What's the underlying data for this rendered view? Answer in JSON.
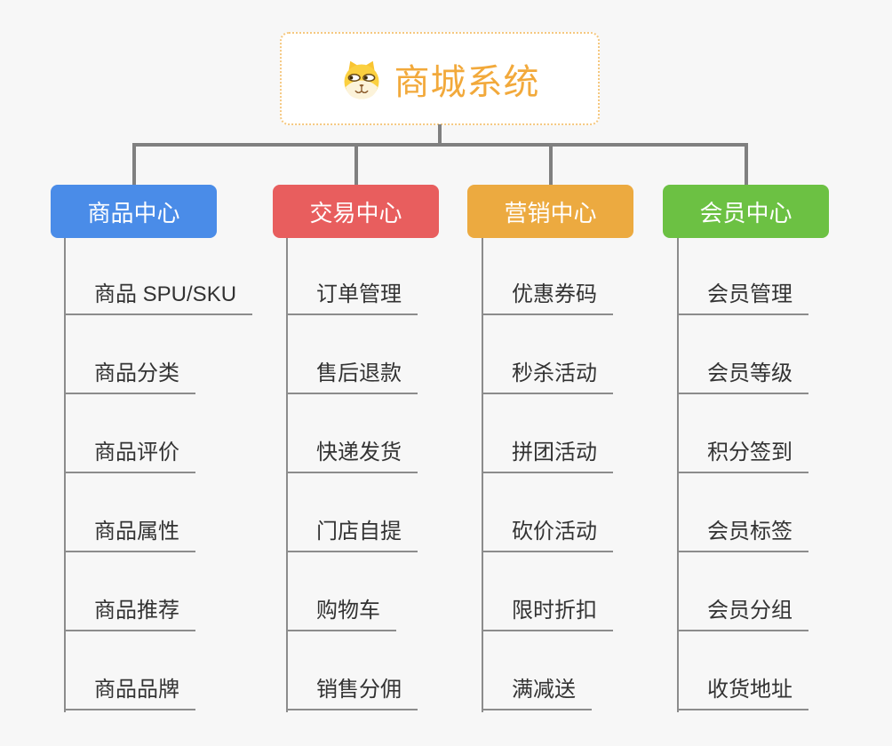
{
  "root": {
    "title": "商城系统",
    "icon": "shiba-dog-icon",
    "title_color": "#f2a93b",
    "border_color": "#f5c880",
    "background": "#ffffff"
  },
  "connector_color": "#808080",
  "background_color": "#f7f7f7",
  "columns": [
    {
      "label": "商品中心",
      "color": "#4a8ce8",
      "items": [
        "商品 SPU/SKU",
        "商品分类",
        "商品评价",
        "商品属性",
        "商品推荐",
        "商品品牌"
      ]
    },
    {
      "label": "交易中心",
      "color": "#e85e5e",
      "items": [
        "订单管理",
        "售后退款",
        "快递发货",
        "门店自提",
        "购物车",
        "销售分佣"
      ]
    },
    {
      "label": "营销中心",
      "color": "#ecaa40",
      "items": [
        "优惠券码",
        "秒杀活动",
        "拼团活动",
        "砍价活动",
        "限时折扣",
        "满减送"
      ]
    },
    {
      "label": "会员中心",
      "color": "#6cc143",
      "items": [
        "会员管理",
        "会员等级",
        "积分签到",
        "会员标签",
        "会员分组",
        "收货地址"
      ]
    }
  ]
}
